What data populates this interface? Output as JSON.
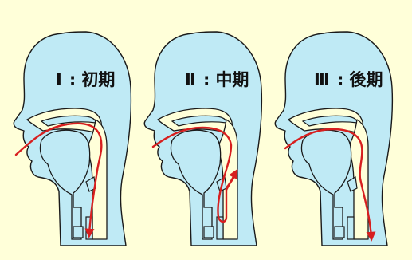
{
  "colors": {
    "background": "#ffffd9",
    "head_fill": "#bfeaf5",
    "outline": "#1a1a1a",
    "food_path": "#d71f1f"
  },
  "panels": [
    {
      "numeral": "Ⅰ",
      "separator": ":",
      "name": "初期"
    },
    {
      "numeral": "Ⅱ",
      "separator": ":",
      "name": "中期"
    },
    {
      "numeral": "Ⅲ",
      "separator": ":",
      "name": "後期"
    }
  ]
}
